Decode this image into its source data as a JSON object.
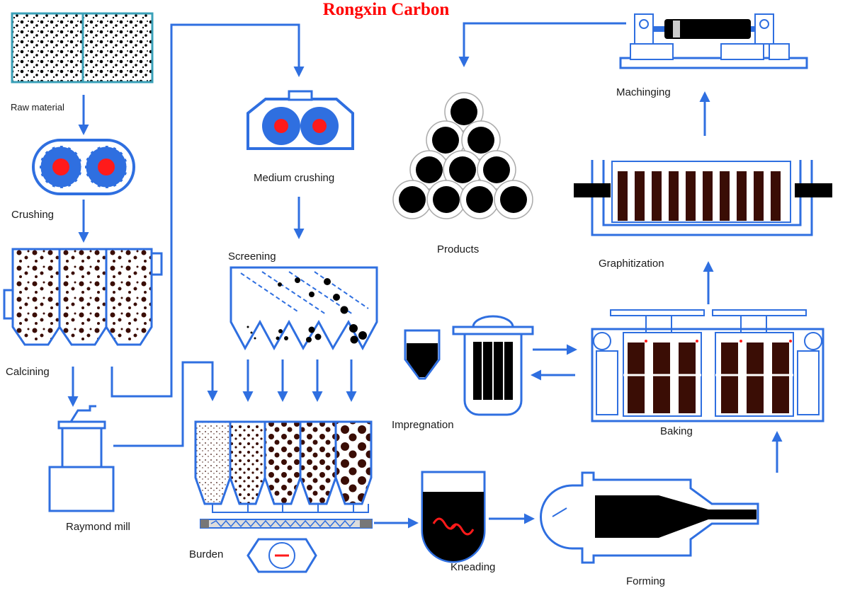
{
  "title": "Rongxin Carbon",
  "colors": {
    "flow": "#2f6fe0",
    "accent": "#ff0000",
    "particle": "#3a0d05",
    "ink": "#000000"
  },
  "steps": {
    "raw_material": "Raw material",
    "crushing": "Crushing",
    "calcining": "Calcining",
    "raymond_mill": "Raymond mill",
    "medium_crushing": "Medium crushing",
    "screening": "Screening",
    "burden": "Burden",
    "kneading": "Kneading",
    "forming": "Forming",
    "impregnation": "Impregnation",
    "baking": "Baking",
    "graphitization": "Graphitization",
    "machining": "Machinging",
    "products": "Products"
  }
}
